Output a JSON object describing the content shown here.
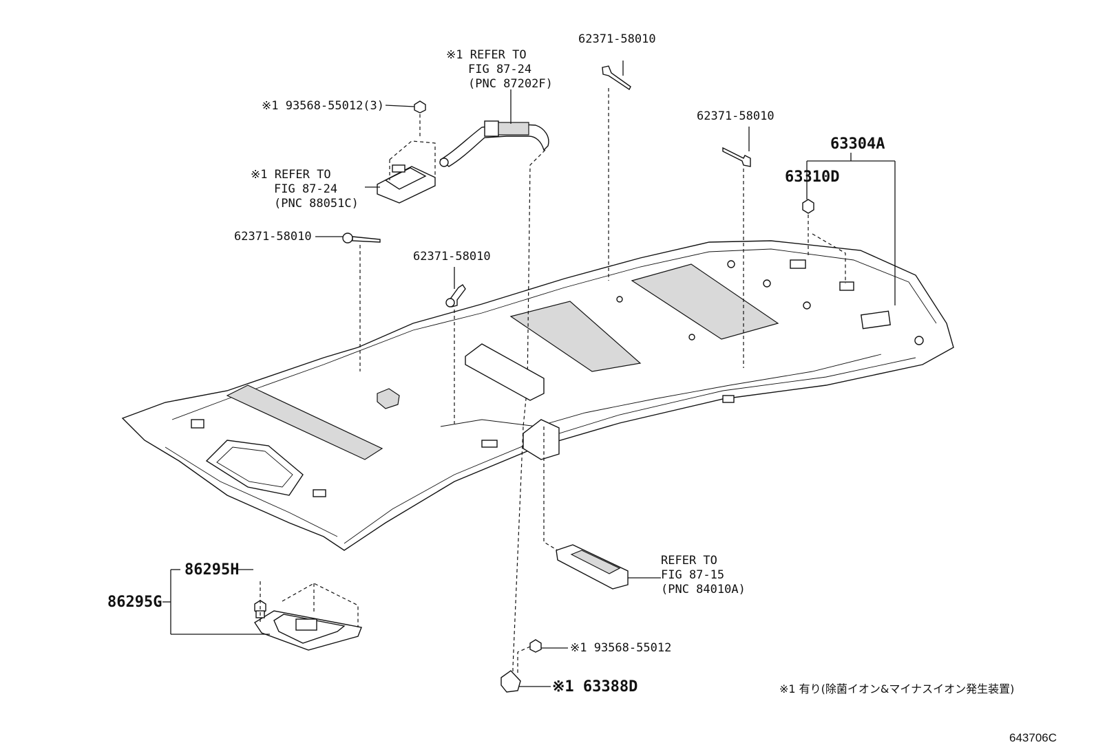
{
  "labels": {
    "clip_top_center": "62371-58010",
    "refer_87202f_l1": "※1 REFER TO",
    "refer_87202f_l2": "FIG 87-24",
    "refer_87202f_l3": "(PNC 87202F)",
    "screw_93568_3": "※1 93568-55012(3)",
    "refer_88051c_l1": "※1 REFER TO",
    "refer_88051c_l2": "FIG 87-24",
    "refer_88051c_l3": "(PNC 88051C)",
    "clip_left": "62371-58010",
    "clip_mid": "62371-58010",
    "clip_right": "62371-58010",
    "assy_63304a": "63304A",
    "clip_63310d": "63310D",
    "refer_84010a_l1": "REFER TO",
    "refer_84010a_l2": "FIG 87-15",
    "refer_84010a_l3": "(PNC 84010A)",
    "lamp_86295h": "86295H",
    "lamp_86295g": "86295G",
    "screw_93568": "※1 93568-55012",
    "cover_63388d": "※1 63388D",
    "footnote": "※1 有り(除菌イオン&マイナスイオン発生装置)",
    "figure_id": "643706C"
  }
}
